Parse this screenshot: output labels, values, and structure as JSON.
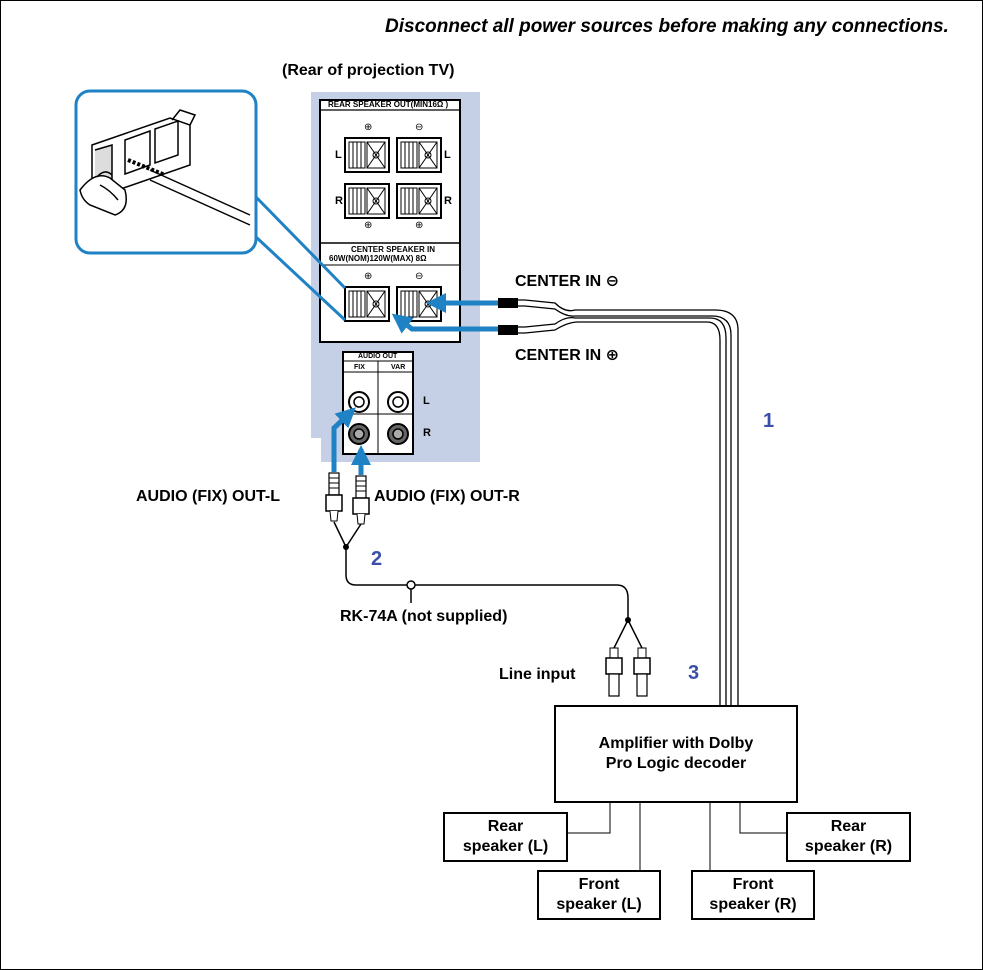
{
  "warning": "Disconnect all power sources before making any connections.",
  "panel_caption": "(Rear of projection TV)",
  "rear_speaker_header": "REAR SPEAKER OUT(MIN16Ω )",
  "center_speaker_header_1": "CENTER SPEAKER IN",
  "center_speaker_header_2": "60W(NOM)120W(MAX) 8Ω",
  "audio_out_header": "AUDIO OUT",
  "fix_label": "FIX",
  "var_label": "VAR",
  "channel_L": "L",
  "channel_R": "R",
  "plus_symbol": "⊕",
  "minus_symbol": "⊖",
  "center_in_minus": "CENTER IN ⊖",
  "center_in_plus": "CENTER IN ⊕",
  "audio_fix_out_l": "AUDIO (FIX) OUT-L",
  "audio_fix_out_r": "AUDIO (FIX) OUT-R",
  "cable_label": "RK-74A (not supplied)",
  "line_input": "Line input",
  "step_1": "1",
  "step_2": "2",
  "step_3": "3",
  "amplifier_line1": "Amplifier with Dolby",
  "amplifier_line2": "Pro Logic decoder",
  "rear_speaker_l_1": "Rear",
  "rear_speaker_l_2": "speaker (L)",
  "rear_speaker_r_1": "Rear",
  "rear_speaker_r_2": "speaker (R)",
  "front_speaker_l_1": "Front",
  "front_speaker_l_2": "speaker (L)",
  "front_speaker_r_1": "Front",
  "front_speaker_r_2": "speaker (R)",
  "colors": {
    "panel": "#c5cfe6",
    "accent": "#1f82c4",
    "step": "#3a4fa8",
    "line": "#000000"
  }
}
